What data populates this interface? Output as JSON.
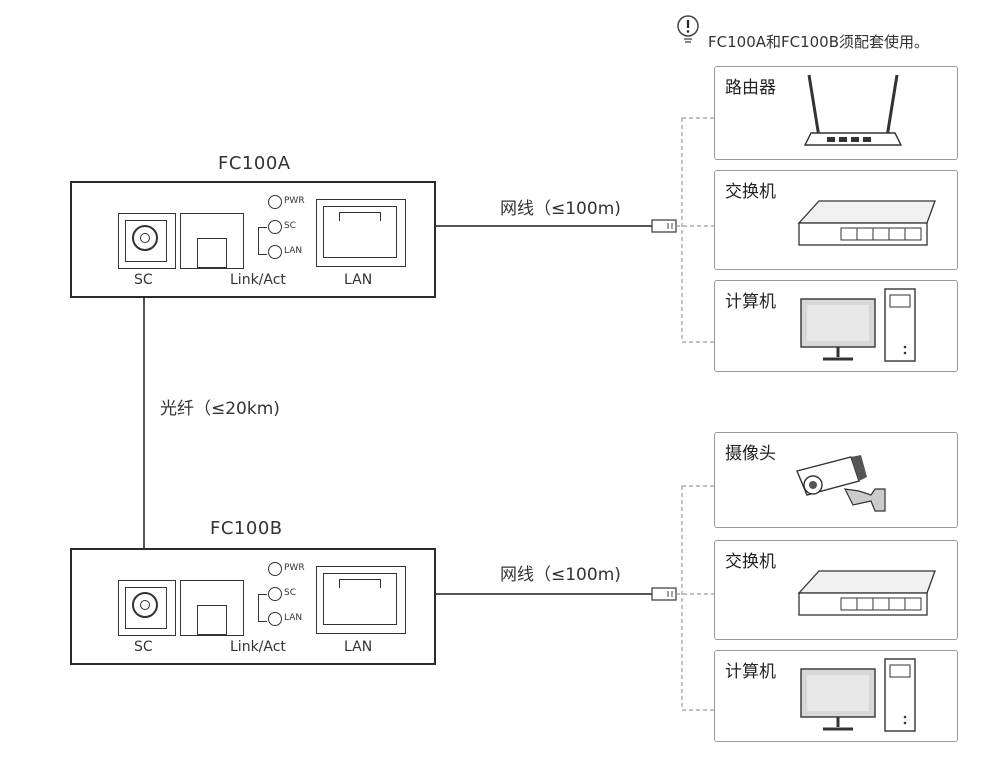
{
  "note": {
    "text": "FC100A和FC100B须配套使用。",
    "icon": "info-bulb-icon"
  },
  "devices": [
    {
      "id": "a",
      "title": "FC100A",
      "sc": "SC",
      "link": "Link/Act",
      "lan": "LAN",
      "leds": [
        "PWR",
        "SC",
        "LAN"
      ]
    },
    {
      "id": "b",
      "title": "FC100B",
      "sc": "SC",
      "link": "Link/Act",
      "lan": "LAN",
      "leds": [
        "PWR",
        "SC",
        "LAN"
      ]
    }
  ],
  "fiber_label": "光纤（≤20km)",
  "lan_label_top": "网线（≤100m)",
  "lan_label_bottom": "网线（≤100m)",
  "top_group": [
    {
      "label": "路由器",
      "icon": "router-icon"
    },
    {
      "label": "交换机",
      "icon": "switch-icon"
    },
    {
      "label": "计算机",
      "icon": "computer-icon"
    }
  ],
  "bottom_group": [
    {
      "label": "摄像头",
      "icon": "camera-icon"
    },
    {
      "label": "交换机",
      "icon": "switch-icon"
    },
    {
      "label": "计算机",
      "icon": "computer-icon"
    }
  ],
  "colors": {
    "line": "#555555",
    "dash": "#9a9a9a",
    "box": "#2a2a2a",
    "screen": "#d8d8d8"
  }
}
